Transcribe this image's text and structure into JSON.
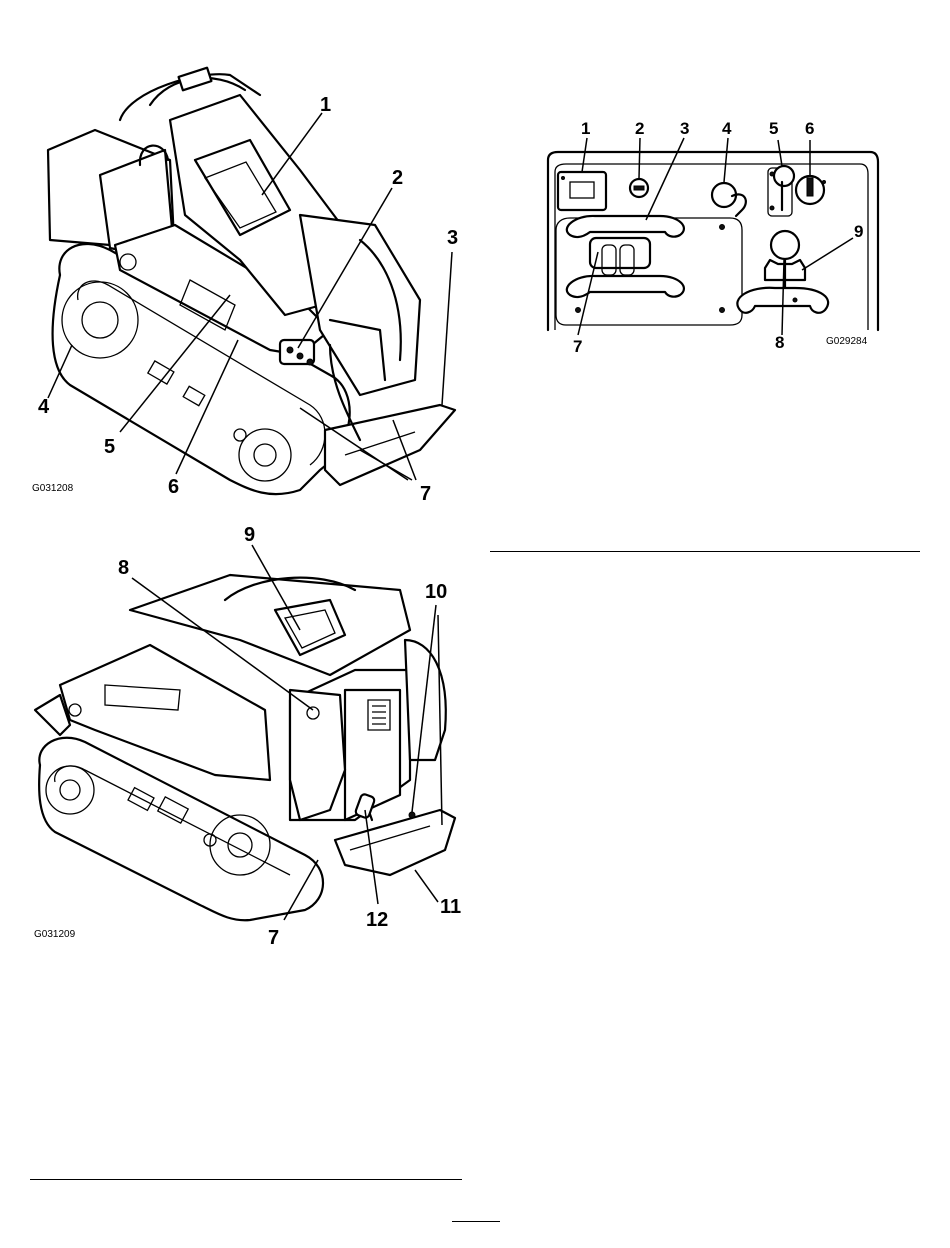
{
  "figure_top_left": {
    "code": "G031208",
    "callouts": [
      "1",
      "2",
      "3",
      "4",
      "5",
      "6",
      "7"
    ]
  },
  "figure_controls": {
    "code": "G029284",
    "callouts": [
      "1",
      "2",
      "3",
      "4",
      "5",
      "6",
      "7",
      "8",
      "9"
    ]
  },
  "figure_bottom_left": {
    "code": "G031209",
    "callouts": [
      "7",
      "8",
      "9",
      "10",
      "11",
      "12"
    ]
  }
}
